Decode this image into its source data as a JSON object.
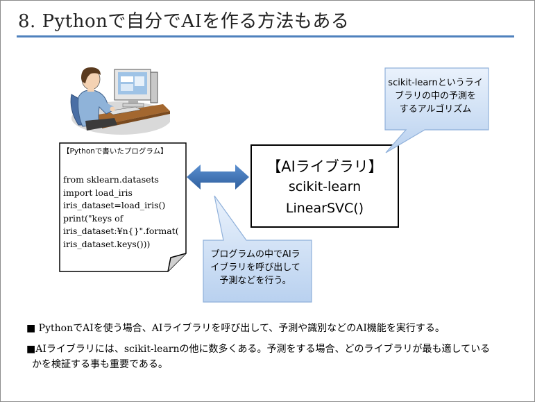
{
  "slide": {
    "title": "8. Pythonで自分でAIを作る方法もある"
  },
  "program_doc": {
    "label": "【Pythonで書いたプログラム】",
    "code": "from sklearn.datasets\nimport load_iris\niris_dataset=load_iris()\nprint(\"keys of\niris_dataset:¥n{}\".format(\niris_dataset.keys()))"
  },
  "ai_library": {
    "title": "【AIライブラリ】",
    "library": "scikit-learn",
    "class_name": "LinearSVC()"
  },
  "callouts": {
    "library_note": "scikit-learnというライ\nブラリの中の予測を\nするアルゴリズム",
    "program_note": "プログラムの中でAIラ\nイブラリを呼び出して\n予測などを行う。"
  },
  "bullets": {
    "line1": "■ PythonでAIを使う場合、AIライブラリを呼び出して、予測や識別などのAI機能を実行する。",
    "line2": "■AIライブラリには、scikit-learnの他に数多くある。予測をする場合、どのライブラリが最も適している",
    "line2_cont": "かを検証する事も重要である。"
  },
  "colors": {
    "accent_rule": "#4f81bd",
    "arrow": "#3f72b0",
    "callout_fill": "#cfe0f6",
    "callout_border": "#8fb0da"
  }
}
